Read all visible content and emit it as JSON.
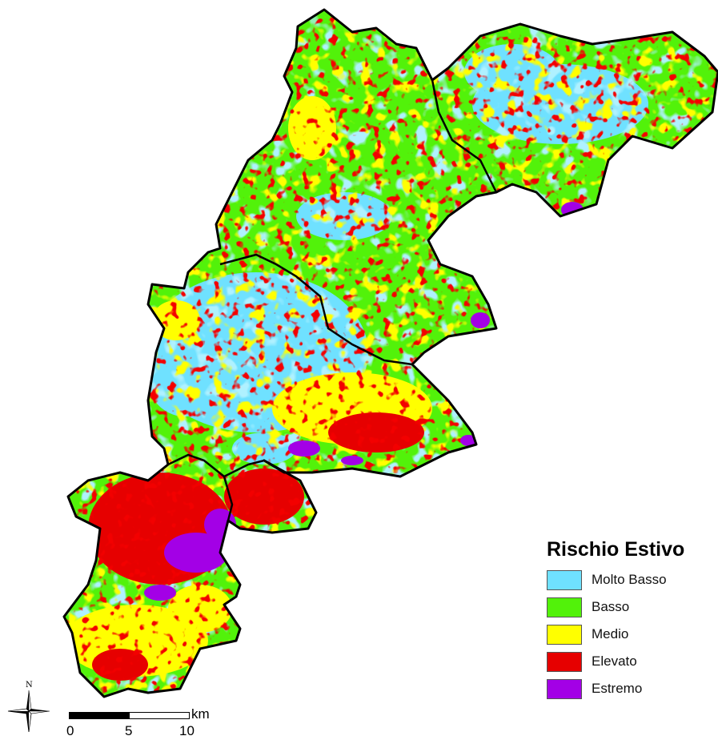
{
  "legend": {
    "title": "Rischio Estivo",
    "items": [
      {
        "label": "Molto Basso",
        "color": "#6fe1ff"
      },
      {
        "label": "Basso",
        "color": "#52f20a"
      },
      {
        "label": "Medio",
        "color": "#ffff00"
      },
      {
        "label": "Elevato",
        "color": "#e60000"
      },
      {
        "label": "Estremo",
        "color": "#a300e6"
      }
    ]
  },
  "scalebar": {
    "ticks": [
      "0",
      "5",
      "10"
    ],
    "unit": "km"
  },
  "north_arrow": {
    "letter": "N",
    "icon": "north-arrow-icon"
  },
  "colors": {
    "boundary": "#000000",
    "background": "#ffffff"
  }
}
